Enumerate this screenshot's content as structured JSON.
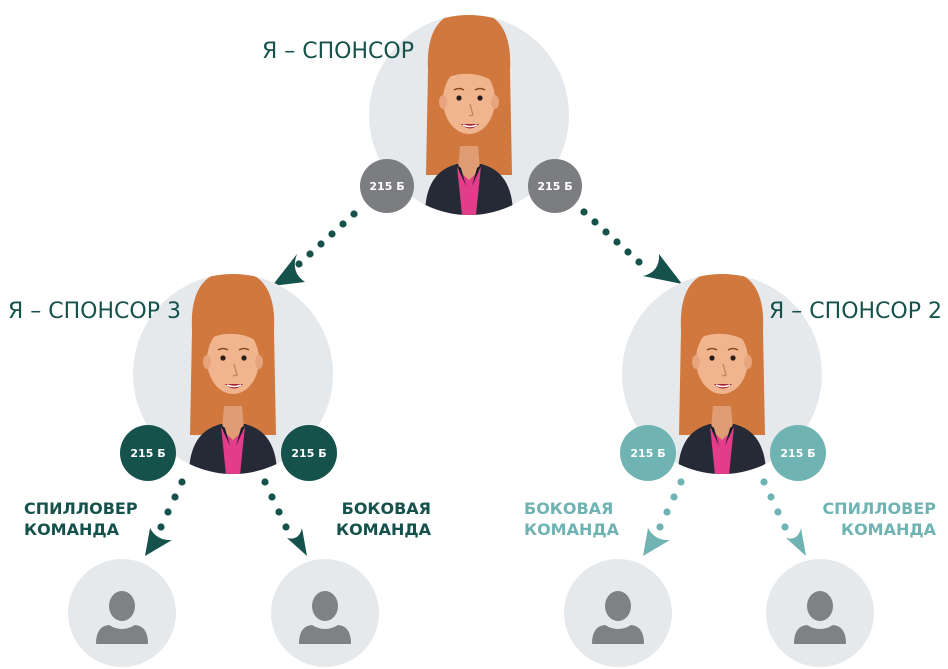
{
  "colors": {
    "circle_bg": "#e6e9ec",
    "dark_teal": "#16524c",
    "light_teal": "#6fb3b2",
    "gray_badge": "#7c7d80",
    "hair": "#d0783d",
    "skin": "#f0b58e",
    "jacket": "#252a36",
    "shirt": "#e23c8a",
    "user_icon": "#7f8185"
  },
  "top": {
    "title": "Я – СПОНСОР",
    "badge_left": "215 Б",
    "badge_right": "215 Б"
  },
  "left": {
    "title": "Я – СПОНСОР 3",
    "badge_left": "215 Б",
    "badge_right": "215 Б",
    "team_left": [
      "СПИЛЛОВЕР",
      "КОМАНДА"
    ],
    "team_right": [
      "БОКОВАЯ",
      "КОМАНДА"
    ]
  },
  "right": {
    "title": "Я – СПОНСОР 2",
    "badge_left": "215 Б",
    "badge_right": "215 Б",
    "team_left": [
      "БОКОВАЯ",
      "КОМАНДА"
    ],
    "team_right": [
      "СПИЛЛОВЕР",
      "КОМАНДА"
    ]
  },
  "icons": {
    "avatar": "woman-avatar-icon",
    "user": "user-silhouette-icon",
    "arrow": "dotted-arrow-icon"
  }
}
